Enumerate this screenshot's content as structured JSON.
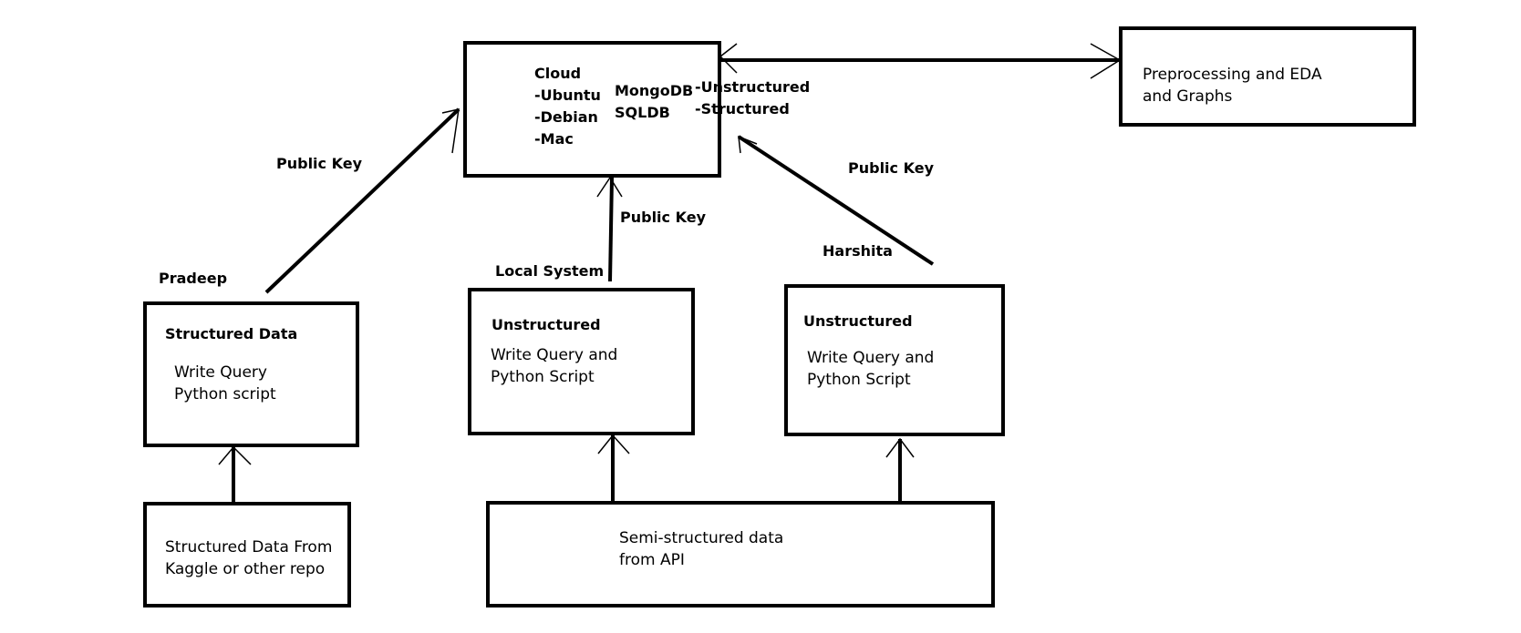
{
  "colors": {
    "stroke": "#000000",
    "background": "#ffffff"
  },
  "cloud_box": {
    "title": "Cloud",
    "os_list": [
      "-Ubuntu",
      "-Debian",
      "-Mac"
    ],
    "databases": [
      "MongoDB",
      "SQLDB"
    ],
    "data_types": [
      "-Unstructured",
      "-Structured"
    ]
  },
  "preprocessing_box": {
    "lines": [
      "Preprocessing and EDA",
      "and Graphs"
    ]
  },
  "pradeep_box": {
    "owner": "Pradeep",
    "title": "Structured Data",
    "lines": [
      "Write Query",
      "Python script"
    ]
  },
  "local_box": {
    "owner": "Local System",
    "title": "Unstructured",
    "lines": [
      "Write Query and",
      "Python Script"
    ]
  },
  "harshita_box": {
    "owner": "Harshita",
    "title": "Unstructured",
    "lines": [
      "Write Query and",
      "Python Script"
    ]
  },
  "kaggle_box": {
    "lines": [
      "Structured Data From",
      "Kaggle or other repo"
    ]
  },
  "api_box": {
    "lines": [
      "Semi-structured data",
      "from API"
    ]
  },
  "edge_labels": {
    "left_key": "Public Key",
    "middle_key": "Public Key",
    "right_key": "Public Key"
  }
}
